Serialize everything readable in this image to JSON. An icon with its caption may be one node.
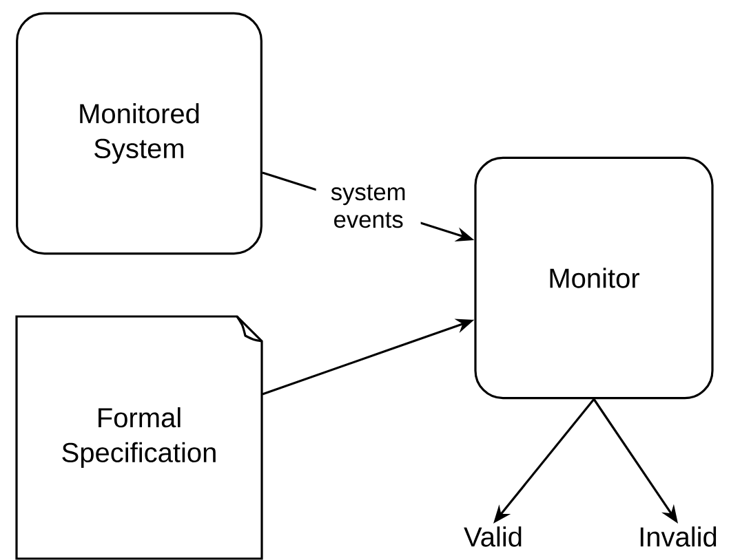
{
  "diagram": {
    "nodes": [
      {
        "text": [
          "Monitored System"
        ]
      },
      {
        "text": [
          "Formal Specification"
        ]
      },
      {
        "text": [
          "Monitor"
        ]
      },
      {
        "text": [
          "Valid"
        ]
      },
      {
        "text": [
          "Invalid"
        ]
      }
    ],
    "edges": [
      {
        "from": 0,
        "to": 2,
        "arrow": "to",
        "label": "system events"
      },
      {
        "from": 1,
        "to": 2,
        "arrow": "to"
      },
      {
        "from": 2,
        "to": 3,
        "arrow": "to"
      },
      {
        "from": 2,
        "to": 4,
        "arrow": "to"
      }
    ]
  }
}
